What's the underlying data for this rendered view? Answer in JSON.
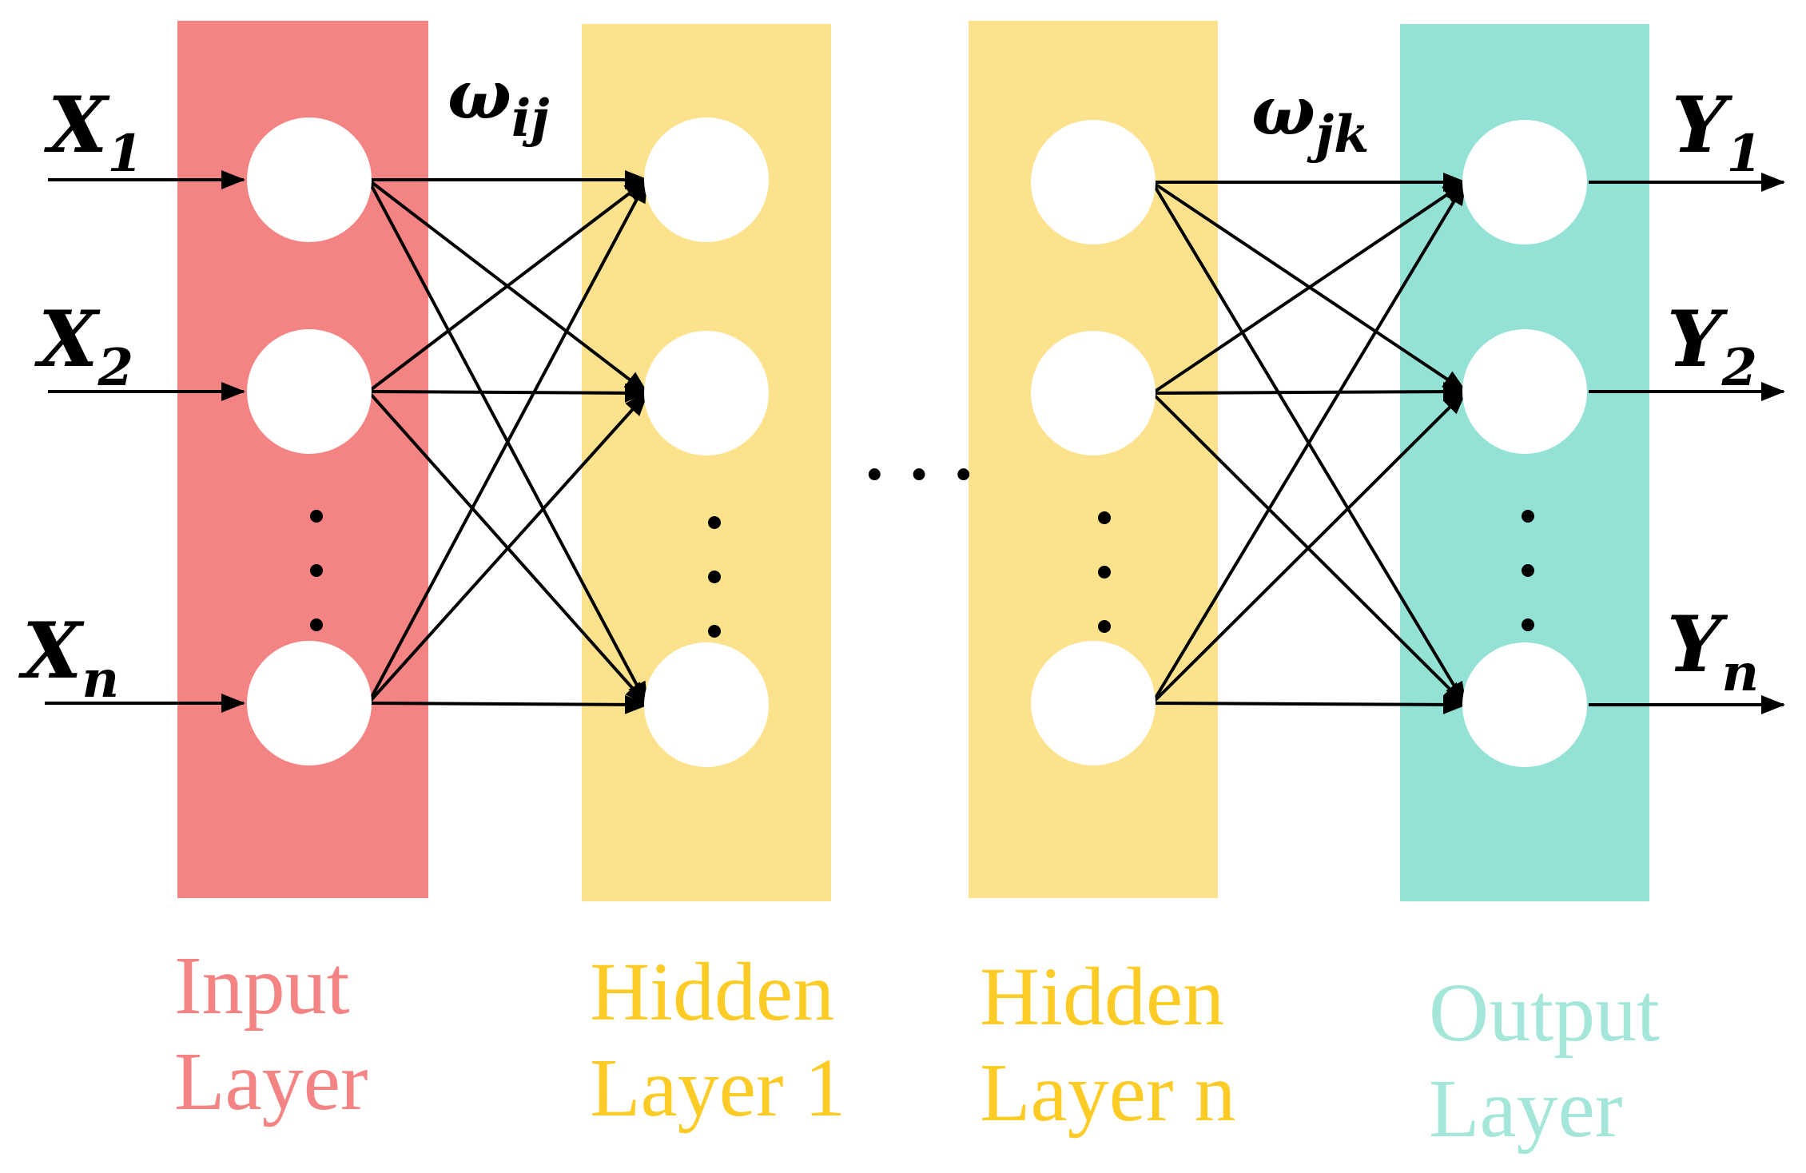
{
  "colors": {
    "input": "#f48383",
    "hidden": "#fde28d",
    "output": "#94e2d5",
    "input_text": "#f48383",
    "hidden_text": "#fccb25",
    "output_text": "#a5e6da",
    "node": "#ffffff",
    "line": "#000000"
  },
  "layers": [
    {
      "key": "input",
      "caption_line1": "Input",
      "caption_line2": "Layer"
    },
    {
      "key": "hidden1",
      "caption_line1": "Hidden",
      "caption_line2": "Layer 1"
    },
    {
      "key": "hiddenN",
      "caption_line1": "Hidden",
      "caption_line2": "Layer n"
    },
    {
      "key": "output",
      "caption_line1": "Output",
      "caption_line2": "Layer"
    }
  ],
  "inputs": [
    {
      "base": "X",
      "sub": "1"
    },
    {
      "base": "X",
      "sub": "2"
    },
    {
      "base": "X",
      "sub": "n"
    }
  ],
  "outputs": [
    {
      "base": "Y",
      "sub": "1"
    },
    {
      "base": "Y",
      "sub": "2"
    },
    {
      "base": "Y",
      "sub": "n"
    }
  ],
  "weights": [
    {
      "base": "ω",
      "sub": "ij"
    },
    {
      "base": "ω",
      "sub": "jk"
    }
  ],
  "between_layers_ellipsis": ". . ."
}
